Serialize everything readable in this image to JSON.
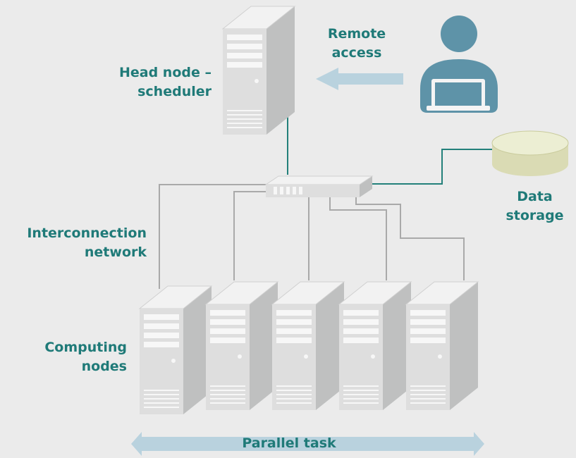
{
  "labels": {
    "remote_access": [
      "Remote",
      "access"
    ],
    "head_node": [
      "Head node –",
      "scheduler"
    ],
    "data_storage": [
      "Data",
      "storage"
    ],
    "interconnection": [
      "Interconnection",
      "network"
    ],
    "computing_nodes": [
      "Computing",
      "nodes"
    ],
    "parallel_task": "Parallel task"
  },
  "colors": {
    "background": "#ebebeb",
    "label_teal": "#1f7a78",
    "cable_gray": "#a9a9a9",
    "cable_teal": "#23807a",
    "server_front": "#dedede",
    "server_side": "#bfc0c0",
    "server_top": "#f2f2f2",
    "user_blue": "#5e93a8",
    "arrow_blue": "#b9d2de",
    "storage_yellow": "#dadbb4"
  },
  "icons": {
    "head_server": "server-tower-icon",
    "switch": "network-switch-icon",
    "user": "user-laptop-icon",
    "storage": "disk-storage-icon",
    "remote_arrow": "arrow-left-icon",
    "parallel_arrow": "double-headed-arrow-icon"
  }
}
